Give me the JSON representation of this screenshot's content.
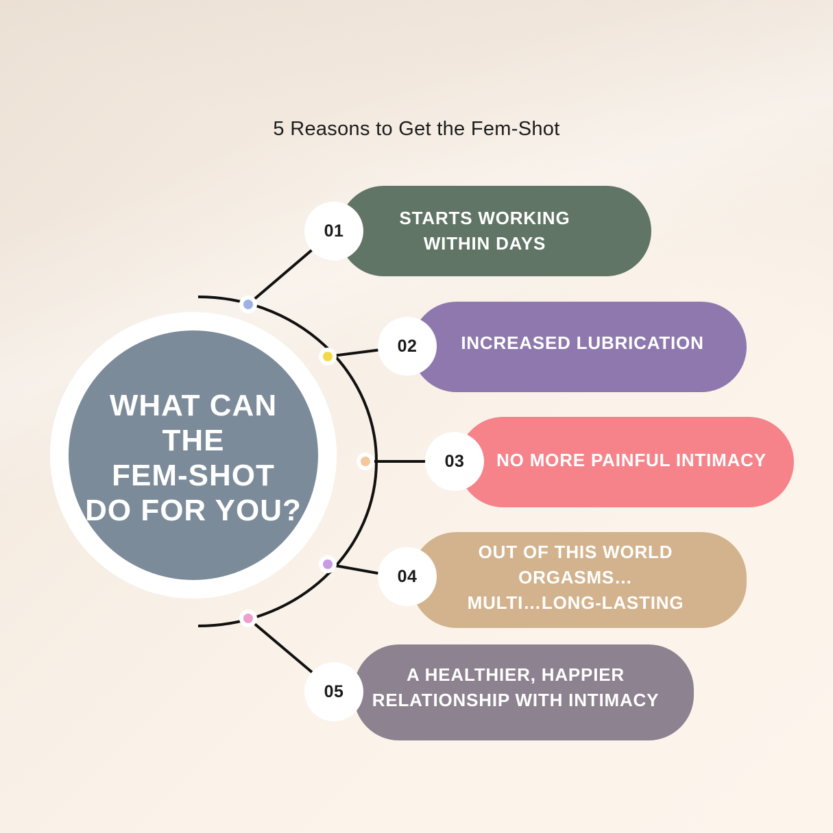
{
  "subtitle": "5 Reasons to Get the Fem-Shot",
  "hub": {
    "title": "WHAT CAN\nTHE\nFEM-SHOT\nDO FOR YOU?",
    "color": "#7b8b99"
  },
  "items": [
    {
      "number": "01",
      "text": "STARTS WORKING\nWITHIN DAYS",
      "color": "#607565",
      "dot_color": "#9fb0e6"
    },
    {
      "number": "02",
      "text": "INCREASED LUBRICATION",
      "color": "#8e78ad",
      "dot_color": "#f2d94a"
    },
    {
      "number": "03",
      "text": "NO MORE PAINFUL INTIMACY",
      "color": "#f6838a",
      "dot_color": "#f6c79b"
    },
    {
      "number": "04",
      "text": "OUT OF THIS WORLD\nORGASMS…\nMULTI…LONG-LASTING",
      "color": "#d3b38d",
      "dot_color": "#c99be6"
    },
    {
      "number": "05",
      "text": "A HEALTHIER, HAPPIER\nRELATIONSHIP WITH INTIMACY",
      "color": "#8d828f",
      "dot_color": "#ef9fcd"
    }
  ]
}
